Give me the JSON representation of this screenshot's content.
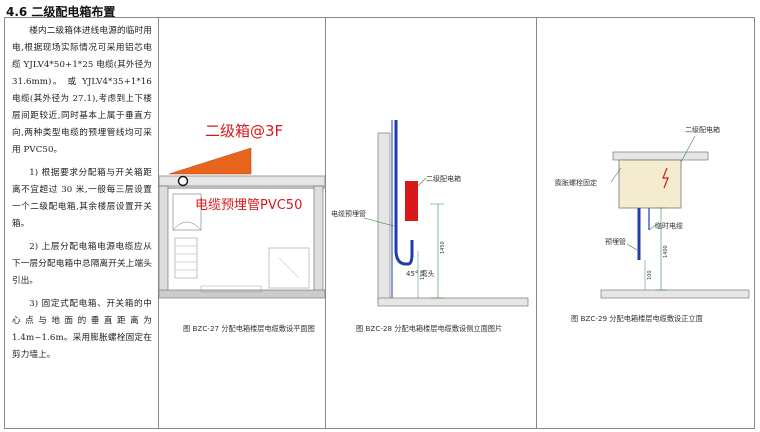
{
  "title": "4.6 二级配电箱布置",
  "paragraphs": [
    "楼内二级箱体进线电源的临时用电,根据现场实际情况可采用铝芯电缆 YJLV4*50+1*25 电缆(其外径为31.6mm)。 或 YJLV4*35+1*16 电缆(其外径为 27.1),考虑到上下楼层间距较近,同时基本上属于垂直方向,两种类型电缆的预埋管线均可采用 PVC50。",
    "1) 根据要求分配箱与开关箱距离不宜超过 30 米,一般每三层设置一个二级配电箱,其余楼层设置开关箱。",
    "2) 上层分配电箱电源电缆应从下一层分配电箱中总隔离开关上端头引出。",
    "3) 固定式配电箱、开关箱的中心点与地面的垂直距离为1.4m~1.6m。采用膨胀螺栓固定在剪力墙上。"
  ],
  "fig27": {
    "label_box": "二级箱@3F",
    "label_pipe": "电缆预埋管PVC50",
    "caption": "图 BZC-27   分配电箱楼层电缆敷设平面图"
  },
  "fig28": {
    "label_box": "二级配电箱",
    "label_pipe": "电缆预埋管",
    "label_bend": "45° 弯头",
    "dim1": "1450",
    "dim2": "150",
    "caption": "图 BZC-28   分配电箱楼层电缆敷设侧立面图片"
  },
  "fig29": {
    "label_box": "二级配电箱",
    "label_bolt": "膨胀螺栓固定",
    "label_cable": "临时电缆",
    "label_pipe": "预埋管",
    "dim1": "1400",
    "dim2": "100",
    "caption": "图 BZC-29   分配电箱楼层电缆敷设正立面"
  },
  "colors": {
    "orange": "#e8651e",
    "red": "#d7191c",
    "blue": "#1f3fa8",
    "green": "#2e8b3a"
  }
}
